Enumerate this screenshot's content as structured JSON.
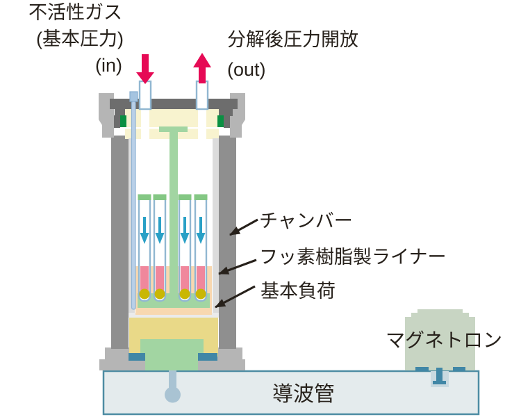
{
  "labels": {
    "inlet": {
      "line1": "不活性ガス",
      "line2": "(基本圧力)",
      "line3": "(in)"
    },
    "outlet": {
      "line1": "分解後圧力開放",
      "line2": "(out)"
    },
    "chamber": "チャンバー",
    "liner": "フッ素樹脂製ライナー",
    "base_load": "基本負荷",
    "magnetron": "マグネトロン",
    "waveguide": "導波管"
  },
  "colors": {
    "ink": "#27211b",
    "red": "#e60a55",
    "lid": "#6d6d6d",
    "wall": "#8f8f8f",
    "flange": "#b5b5b5",
    "lining": "#dcdcdc",
    "cream": "#f8f3cf",
    "seal": "#0a9043",
    "green": "#a2d5a2",
    "capgreen": "#84c784",
    "tubestroke": "#91b7d1",
    "thermo": "#b9d0e8",
    "pink": "#f0879c",
    "olive": "#c9b704",
    "peach": "#f8d8b0",
    "khaki": "#e9d988",
    "tealdark": "#4187a6",
    "tealarrow": "#29a0c6",
    "wgfill": "#e4ebed",
    "wgstroke": "#4d8ca3",
    "magnetron": "#c8d5c3",
    "probe": "#a9c3d3"
  }
}
